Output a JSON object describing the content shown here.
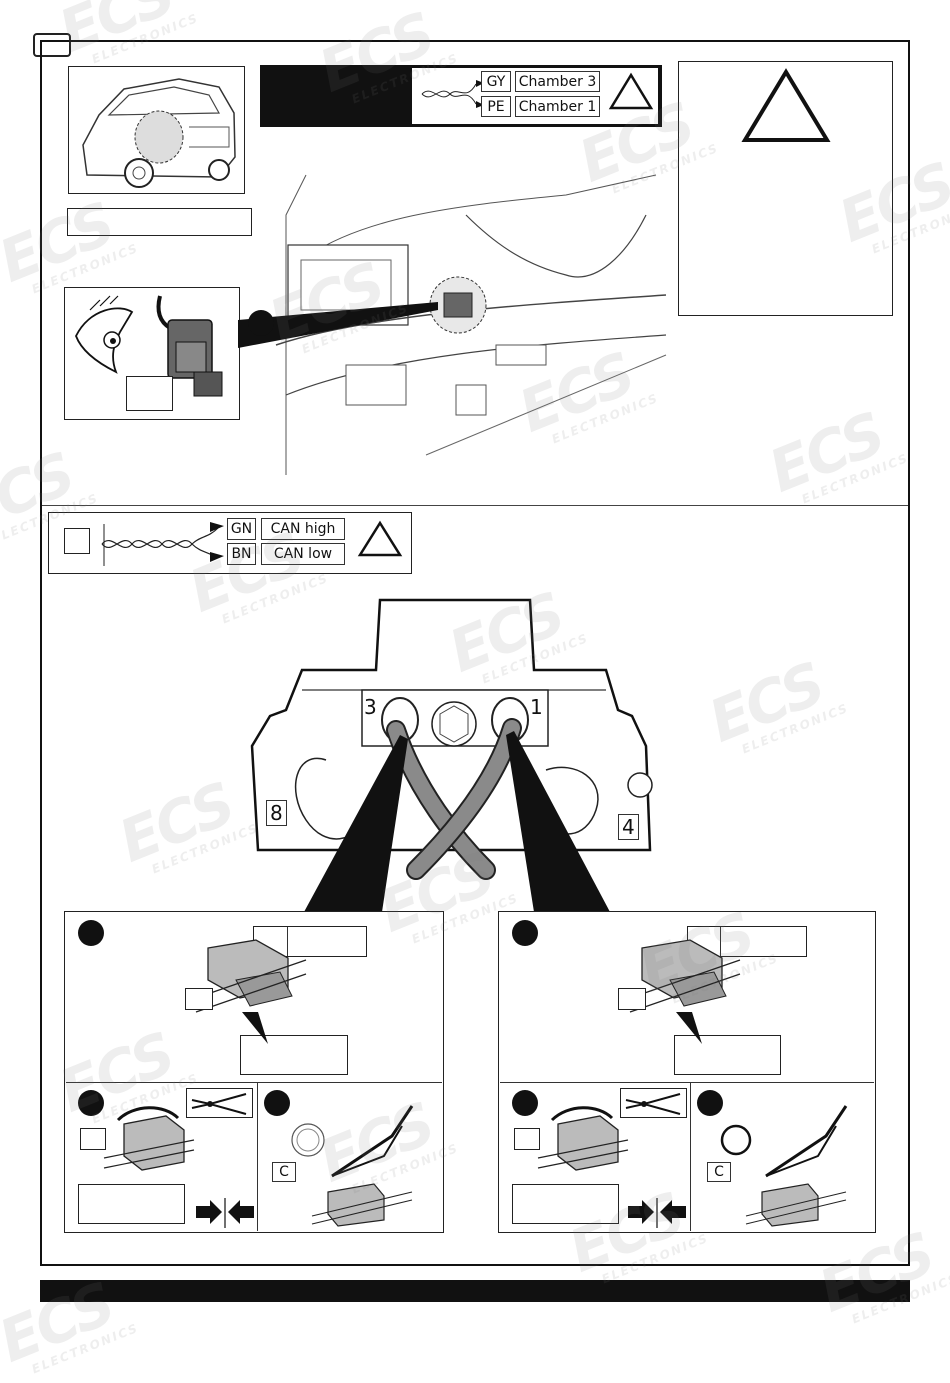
{
  "top_wires": [
    {
      "code": "GY",
      "label": "Chamber 3"
    },
    {
      "code": "PE",
      "label": "Chamber 1"
    }
  ],
  "can_wires": [
    {
      "code": "GN",
      "label": "CAN high"
    },
    {
      "code": "BN",
      "label": "CAN low"
    }
  ],
  "connector_numbers": {
    "pin_3": "3",
    "pin_1": "1",
    "pin_8": "8",
    "pin_4": "4"
  },
  "tool_letters": {
    "left": "C",
    "right": "C"
  },
  "watermark": {
    "brand": "ECS",
    "sub": "ELECTRONICS"
  },
  "colors": {
    "frame": "#111111",
    "header_bar": "#111111",
    "watermark": "#bdbdbd"
  }
}
